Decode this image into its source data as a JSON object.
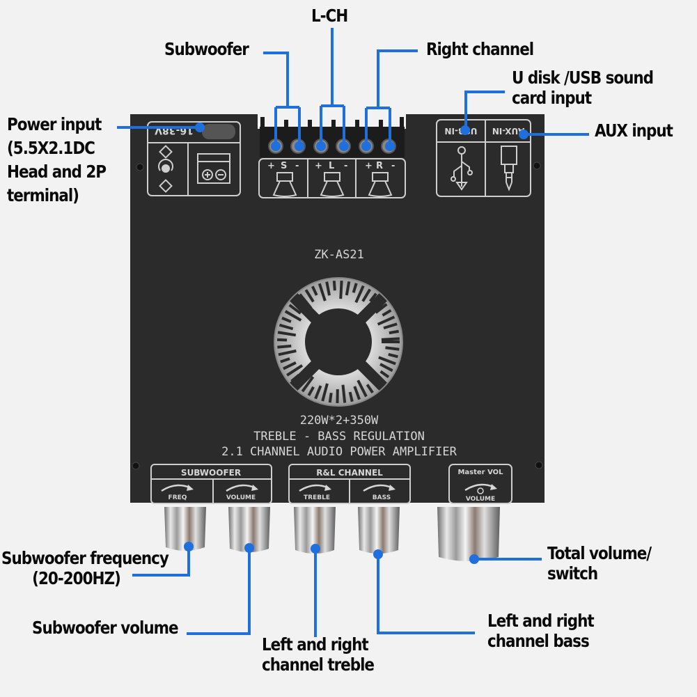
{
  "product": {
    "model": "ZK-AS21",
    "power_rating": "220W*2+350W",
    "feature_line": "TREBLE - BASS REGULATION",
    "description_line": "2.1 CHANNEL AUDIO POWER AMPLIFIER"
  },
  "board_panels": {
    "power": {
      "voltage_label": "16-38V"
    },
    "speaker_terminals": [
      {
        "channel": "S",
        "plus": "+",
        "minus": "-"
      },
      {
        "channel": "L",
        "plus": "+",
        "minus": "-"
      },
      {
        "channel": "R",
        "plus": "+",
        "minus": "-"
      }
    ],
    "inputs": [
      {
        "label": "USB-IN",
        "icon": "usb-icon"
      },
      {
        "label": "AUX-IN",
        "icon": "audio-jack-icon"
      }
    ],
    "knob_groups": [
      {
        "title": "SUBWOOFER",
        "knobs": [
          "FREQ",
          "VOLUME"
        ]
      },
      {
        "title": "R&L CHANNEL",
        "knobs": [
          "TREBLE",
          "BASS"
        ]
      },
      {
        "title": "Master VOL",
        "knobs": [
          "VOLUME"
        ]
      }
    ],
    "minus_sign": "-",
    "plus_sign": "+"
  },
  "callouts": {
    "l_ch": "L-CH",
    "subwoofer": "Subwoofer",
    "right_channel": "Right channel",
    "usb_input": [
      "U disk /USB sound",
      "card input"
    ],
    "aux_input": "AUX input",
    "power_input": [
      "Power input",
      "(5.5X2.1DC",
      "Head and 2P",
      "terminal)"
    ],
    "sub_freq": [
      "Subwoofer frequency",
      "(20-200HZ)"
    ],
    "sub_volume": "Subwoofer volume",
    "lr_treble": [
      "Left and right",
      "channel treble"
    ],
    "lr_bass": [
      "Left and right",
      "channel bass"
    ],
    "total_volume": [
      "Total volume/",
      "switch"
    ]
  },
  "colors": {
    "callout_line": "#1f6fdc",
    "board": "#2b2b2b",
    "background": "#f2f2f2",
    "print": "#d6d6d6"
  }
}
